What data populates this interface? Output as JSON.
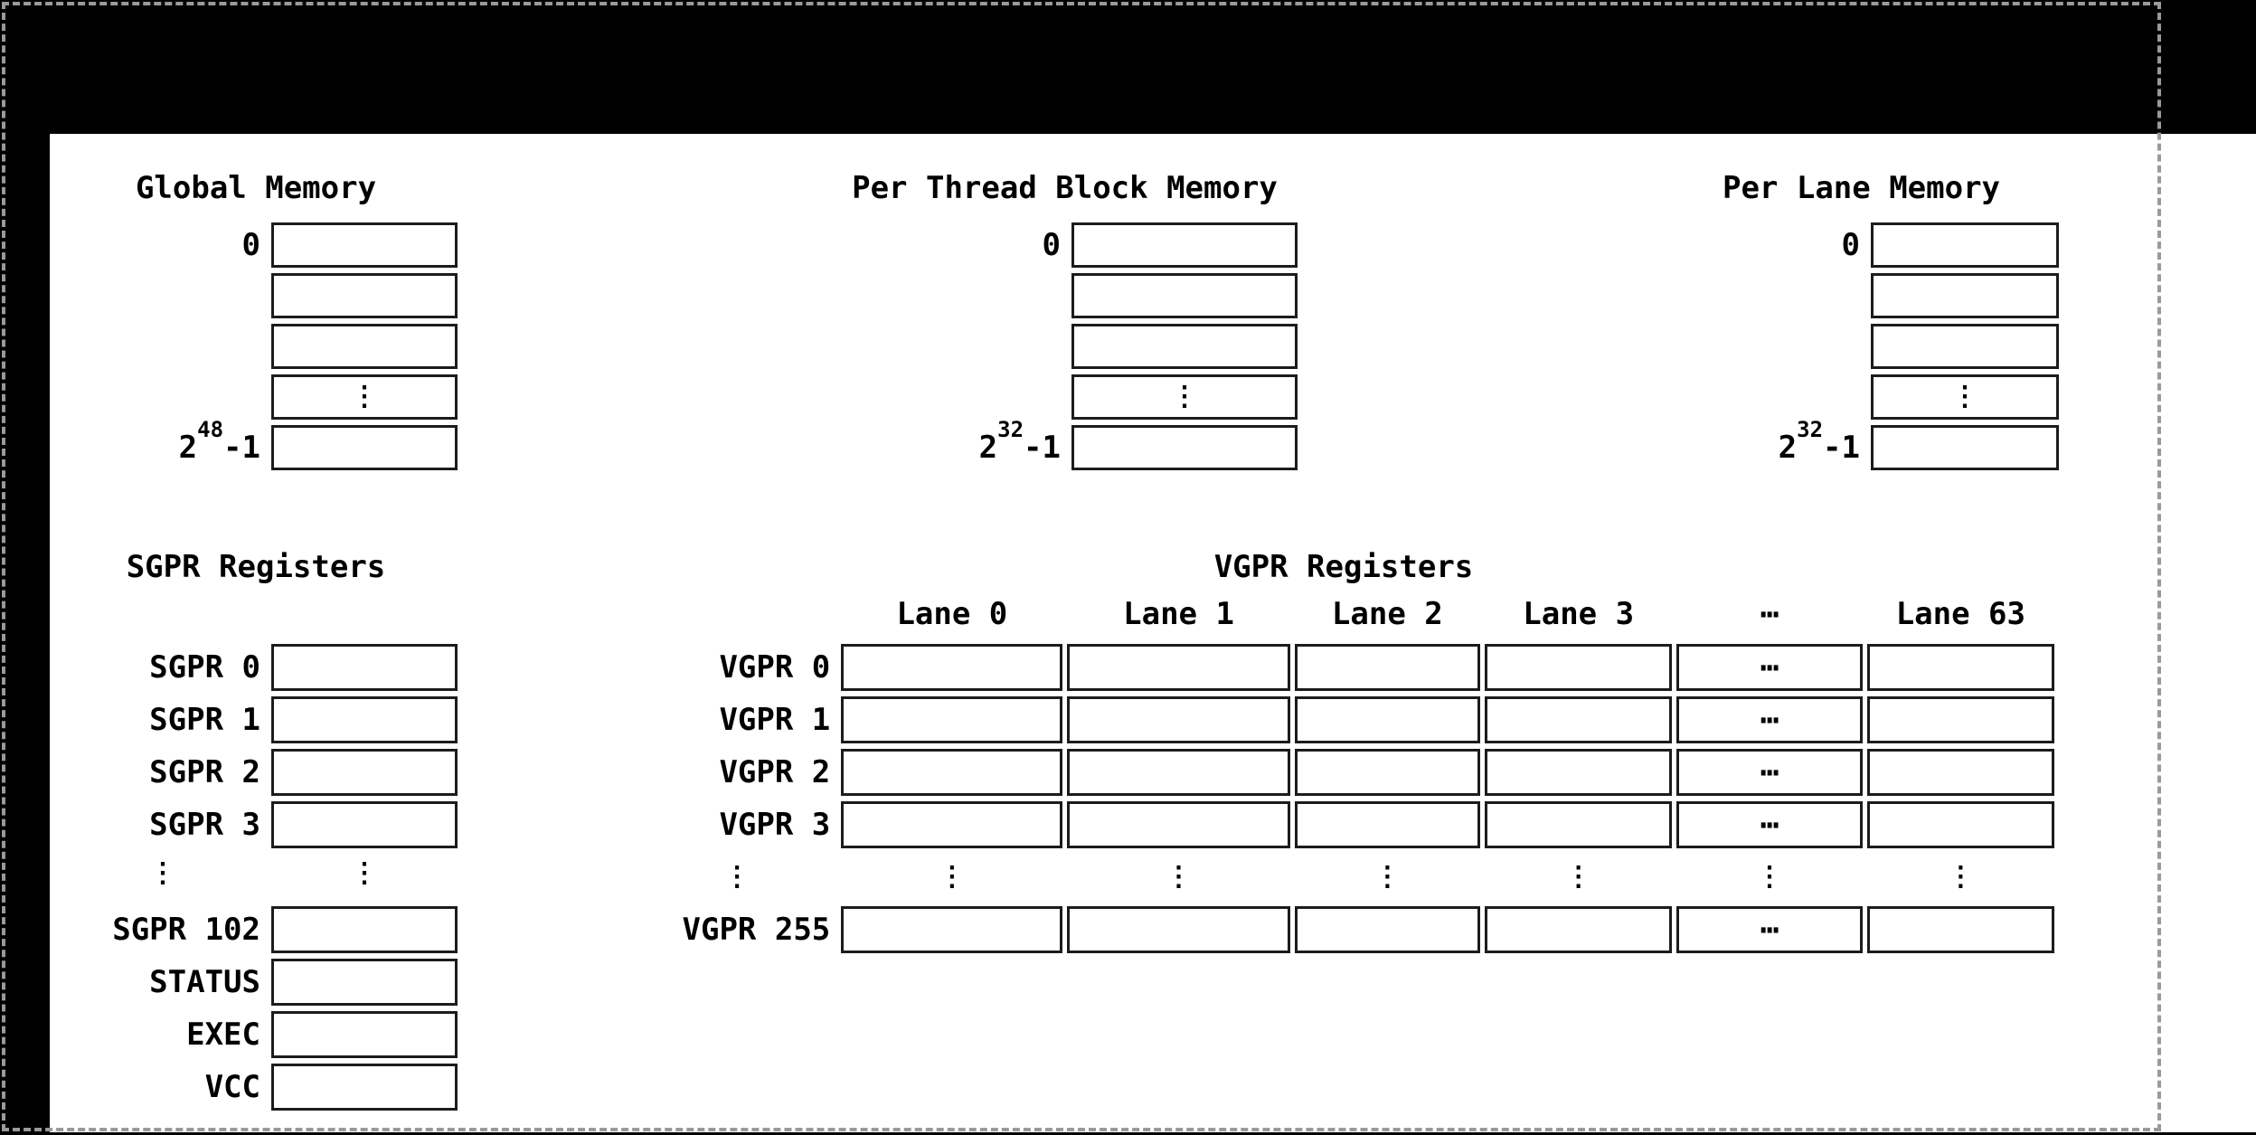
{
  "glyphs": {
    "vertical_ellipsis": "⋮",
    "horizontal_ellipsis": "⋯"
  },
  "colors": {
    "background": "#000000",
    "panel": "#ffffff",
    "box_border": "#1c1c1c",
    "dashed_border": "#9a9a9a",
    "text": "#000000"
  },
  "memory_sections": [
    {
      "title": "Global Memory",
      "first_address": "0",
      "last_address_base": "2",
      "last_address_exponent": "48",
      "last_address_suffix": "-1"
    },
    {
      "title": "Per Thread Block Memory",
      "first_address": "0",
      "last_address_base": "2",
      "last_address_exponent": "32",
      "last_address_suffix": "-1"
    },
    {
      "title": "Per Lane Memory",
      "first_address": "0",
      "last_address_base": "2",
      "last_address_exponent": "32",
      "last_address_suffix": "-1"
    }
  ],
  "sgpr": {
    "title": "SGPR Registers",
    "top_rows": [
      "SGPR 0",
      "SGPR 1",
      "SGPR 2",
      "SGPR 3"
    ],
    "bottom_rows": [
      "SGPR 102",
      "STATUS",
      "EXEC",
      "VCC"
    ]
  },
  "vgpr": {
    "title": "VGPR Registers",
    "lane_headers": [
      "Lane 0",
      "Lane 1",
      "Lane 2",
      "Lane 3",
      "⋯",
      "Lane 63"
    ],
    "top_rows": [
      "VGPR 0",
      "VGPR 1",
      "VGPR 2",
      "VGPR 3"
    ],
    "bottom_row": "VGPR 255"
  }
}
